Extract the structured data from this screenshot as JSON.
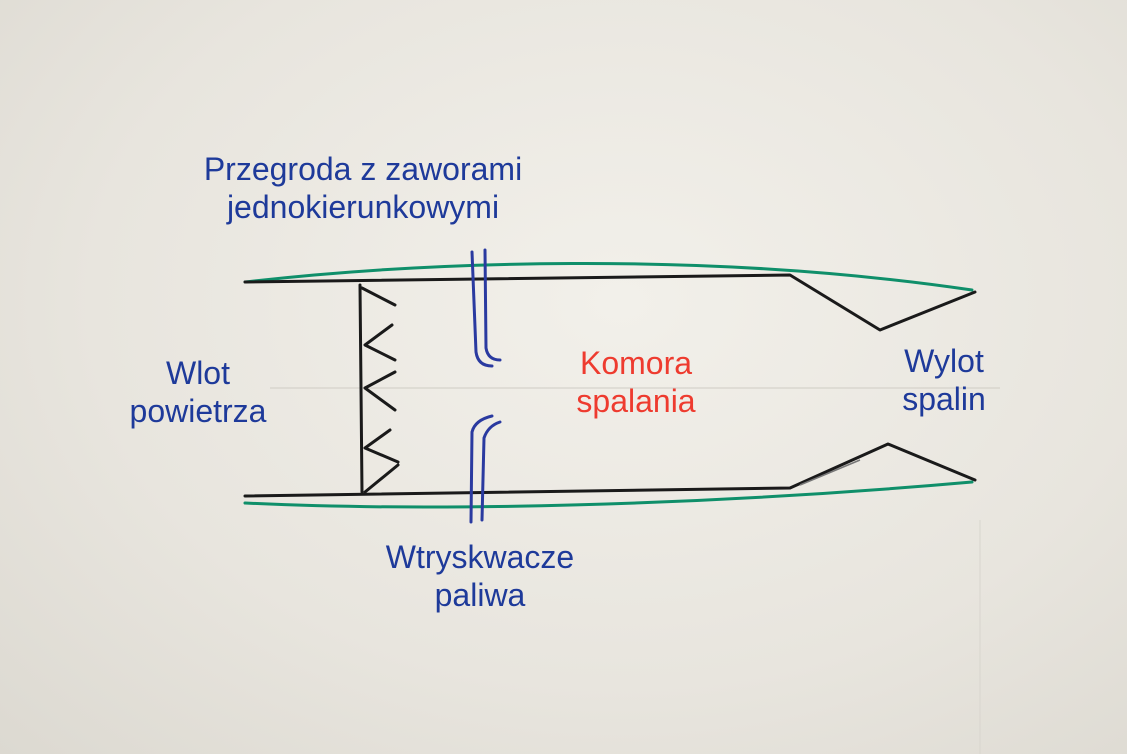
{
  "labels": {
    "partition": [
      "Przegroda z zaworami",
      "jednokierunkowymi"
    ],
    "inlet": [
      "Wlot",
      "powietrza"
    ],
    "chamber": [
      "Komora",
      "spalania"
    ],
    "outlet": [
      "Wylot",
      "spalin"
    ],
    "injectors": [
      "Wtryskwacze",
      "paliwa"
    ]
  },
  "colors": {
    "label_blue": "#1e3a9a",
    "label_red": "#ee3b2f",
    "outline_black": "#1a1a1a",
    "casing_green": "#0f8f6a",
    "injector_blue": "#2a3aa0"
  }
}
